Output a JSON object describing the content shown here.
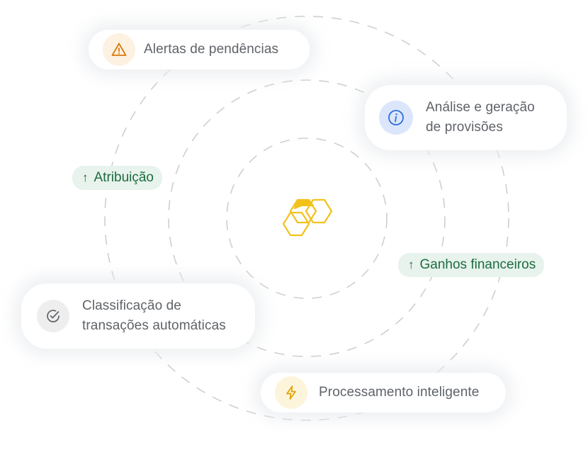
{
  "cards": {
    "alerts": {
      "label": "Alertas de pendências",
      "icon": "warning-icon",
      "icon_color": "#d97a0a",
      "icon_bg": "#fdf1e2"
    },
    "analysis": {
      "label_line1": "Análise e geração",
      "label_line2": "de provisões",
      "icon": "info-icon",
      "icon_color": "#2f6fe0",
      "icon_bg": "#dbe6fb"
    },
    "classification": {
      "label_line1": "Classificação de",
      "label_line2": "transações automáticas",
      "icon": "check-circle-icon",
      "icon_color": "#5f6368",
      "icon_bg": "#eeeeee"
    },
    "processing": {
      "label": "Processamento inteligente",
      "icon": "lightning-icon",
      "icon_color": "#e0a400",
      "icon_bg": "#fdf4dc"
    }
  },
  "pills": {
    "attribution": {
      "label": "Atribuição",
      "arrow": "↑"
    },
    "gains": {
      "label": "Ganhos financeiros",
      "arrow": "↑"
    }
  },
  "colors": {
    "ring_stroke": "#cfcfcf",
    "pill_bg": "#e7f3ec",
    "pill_text": "#1e6b40",
    "logo_yellow": "#f2c21b"
  },
  "logo": {
    "icon": "hexagon-cubes-logo"
  }
}
